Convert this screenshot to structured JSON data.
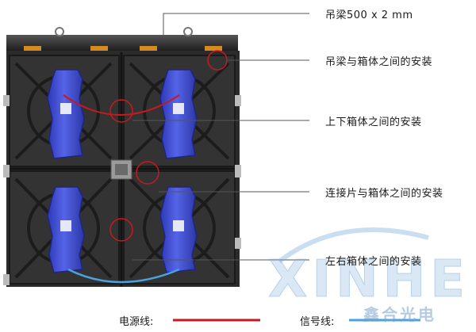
{
  "callouts": [
    {
      "id": "hanging-beam",
      "text": "吊梁500 x 2 mm"
    },
    {
      "id": "beam-cabinet",
      "text": "吊梁与箱体之间的安装"
    },
    {
      "id": "up-down",
      "text": "上下箱体之间的安装"
    },
    {
      "id": "connector",
      "text": "连接片与箱体之间的安装"
    },
    {
      "id": "left-right",
      "text": "左右箱体之间的安装"
    }
  ],
  "legend": {
    "power_label": "电源线:",
    "signal_label": "信号线:"
  },
  "logo": {
    "latin": "XINHE",
    "chinese": "鑫合光电"
  },
  "colors": {
    "power_cable": "#c8191e",
    "signal_cable": "#4aa3df",
    "module_blue": "#3f4fd6",
    "cabinet": "#2a2a2a",
    "callout_line": "#555555"
  }
}
